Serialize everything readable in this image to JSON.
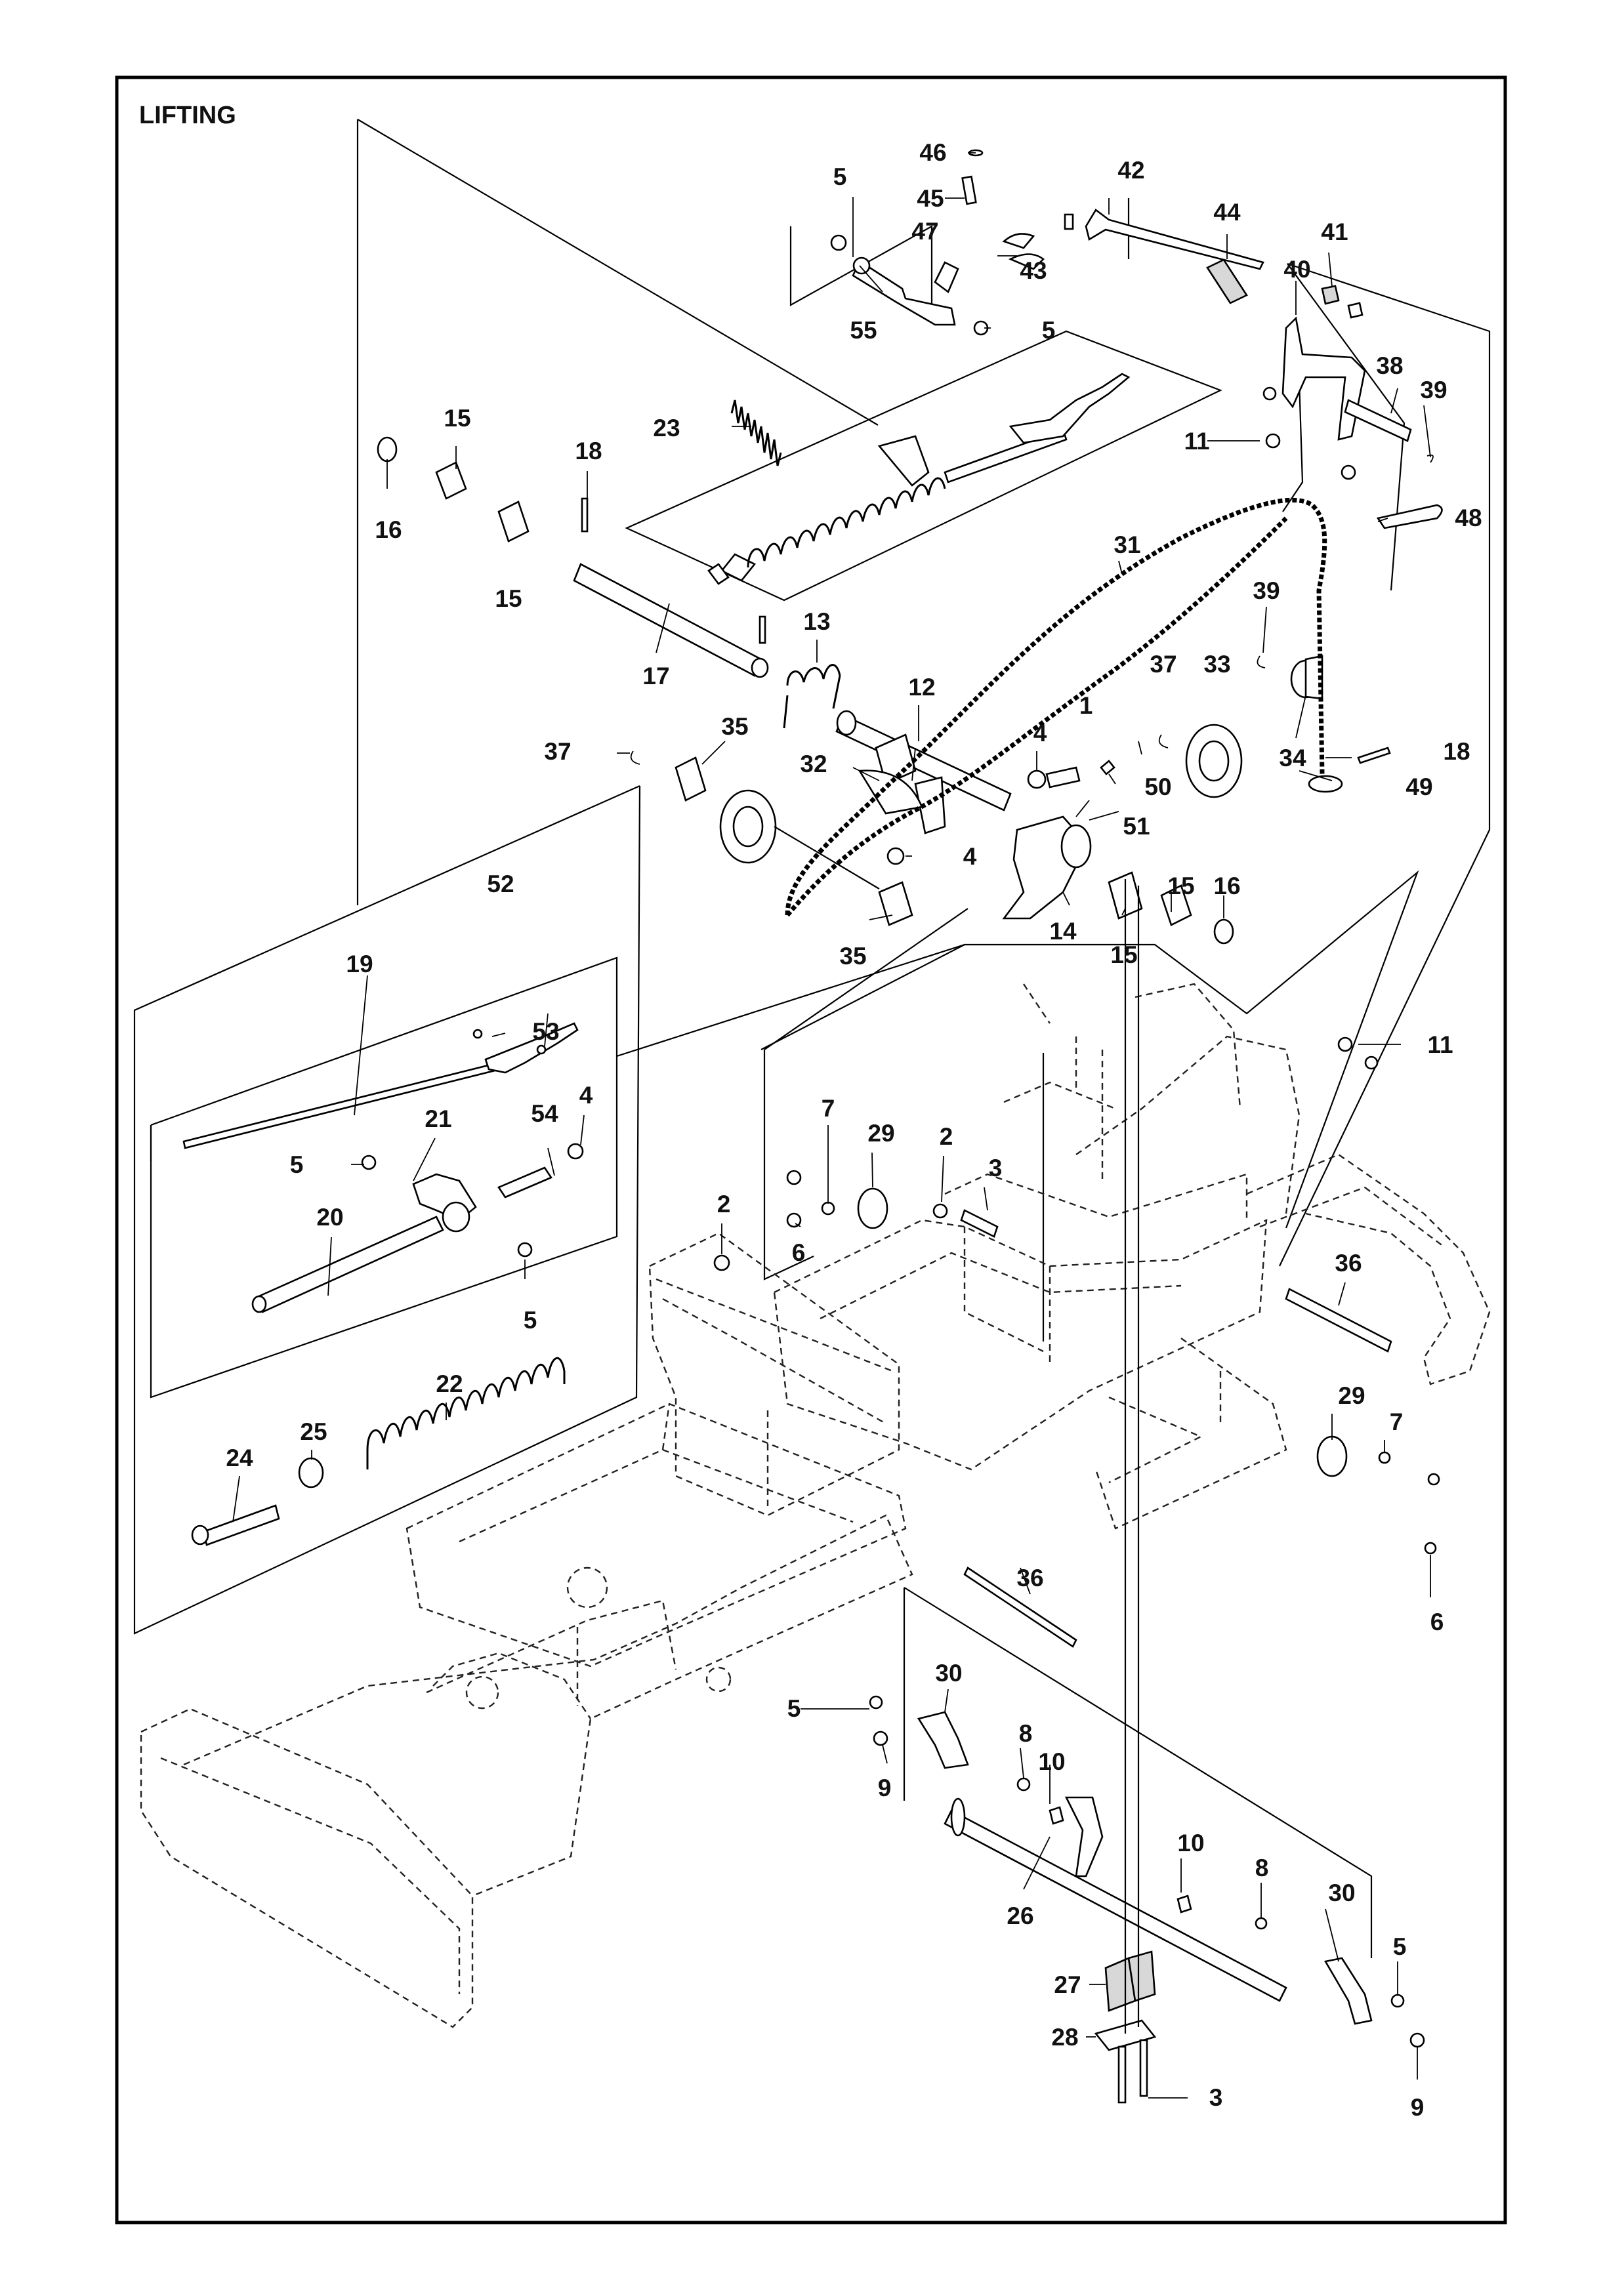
{
  "diagram": {
    "title": "LIFTING",
    "callouts": [
      "46",
      "5",
      "45",
      "42",
      "47",
      "44",
      "41",
      "40",
      "43",
      "55",
      "5",
      "38",
      "39",
      "23",
      "15",
      "18",
      "11",
      "48",
      "16",
      "15",
      "31",
      "39",
      "17",
      "13",
      "12",
      "37",
      "33",
      "4",
      "1",
      "37",
      "35",
      "18",
      "32",
      "50",
      "34",
      "49",
      "51",
      "4",
      "15",
      "16",
      "52",
      "35",
      "14",
      "15",
      "19",
      "53",
      "11",
      "7",
      "54",
      "4",
      "21",
      "29",
      "2",
      "3",
      "5",
      "20",
      "6",
      "2",
      "36",
      "5",
      "22",
      "29",
      "7",
      "25",
      "24",
      "36",
      "6",
      "30",
      "5",
      "8",
      "10",
      "9",
      "10",
      "8",
      "26",
      "30",
      "5",
      "27",
      "28",
      "3",
      "9"
    ]
  }
}
